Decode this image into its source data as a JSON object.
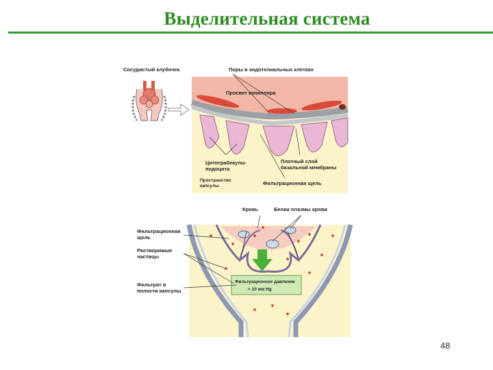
{
  "page": {
    "title": "Выделительная система",
    "page_number": "48"
  },
  "top_diagram": {
    "glomerulus_label": "Сосудистый клубочек",
    "pores_label": "Поры в эндотелиальных клетках",
    "capillary_lumen_label": "Просвет капилляра",
    "podocyte_label_line1": "Цитотрабекулы",
    "podocyte_label_line2": "подоцита",
    "basal_label_line1": "Плотный слой",
    "basal_label_line2": "базальной мембраны",
    "capsule_space_line1": "Пространство",
    "capsule_space_line2": "капсулы",
    "filtration_slit_label": "Фильтрационная щель"
  },
  "bottom_diagram": {
    "blood_label": "Кровь",
    "proteins_label": "Белки плазмы крови",
    "slit_label_line1": "Фильтрационная",
    "slit_label_line2": "щель",
    "soluble_label_line1": "Растворимые",
    "soluble_label_line2": "частицы",
    "filtrate_label_line1": "Фильтрат в",
    "filtrate_label_line2": "полости капсулы",
    "pressure_line1": "Фильтрационное давление",
    "pressure_line2": "= 10 мм Hg"
  },
  "colors": {
    "title": "#2e8b22",
    "rule": "#2f9a2f",
    "capillary": "#f2b7a6",
    "erythrocyte": "#d94a3a",
    "podocyte": "#e9b6d3",
    "capsule_space": "#fbf4c9",
    "membrane": "#b9bcbf",
    "filtration_box": "#cfe9b5",
    "arrow_green": "#4caf3a"
  }
}
